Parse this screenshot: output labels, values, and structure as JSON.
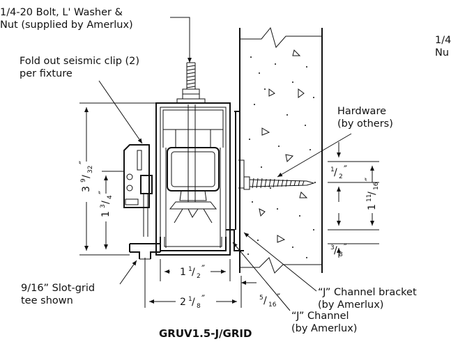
{
  "labels": {
    "bolt_line1": "1/4-20 Bolt, L' Washer &",
    "bolt_line2": "Nut (supplied by Amerlux)",
    "clip_line1": "Fold out seismic clip (2)",
    "clip_line2": "per fixture",
    "right_clip_line1": "1/4",
    "right_clip_line2": "Nu",
    "hardware_line1": "Hardware",
    "hardware_line2": "(by others)",
    "tee_line1": "9/16” Slot-grid",
    "tee_line2": "tee shown",
    "bracket_line1": "“J” Channel bracket",
    "bracket_line2": "(by Amerlux)",
    "channel_line1": "“J” Channel",
    "channel_line2": "(by Amerlux)",
    "caption": "GRUV1.5-J/GRID"
  },
  "dimensions": {
    "overall_height": {
      "whole": "3",
      "num": "9",
      "den": "32"
    },
    "clip_height": {
      "whole": "1",
      "num": "3",
      "den": "4"
    },
    "inner_width": {
      "whole": "1",
      "num": "1",
      "den": "2"
    },
    "overall_width": {
      "whole": "2",
      "num": "1",
      "den": "8"
    },
    "offset": {
      "num": "5",
      "den": "16"
    },
    "hardware_gap": {
      "num": "1",
      "den": "2"
    },
    "wall_height": {
      "whole": "1",
      "num": "11",
      "den": "16"
    },
    "bottom_gap": {
      "num": "3",
      "den": "8"
    }
  }
}
